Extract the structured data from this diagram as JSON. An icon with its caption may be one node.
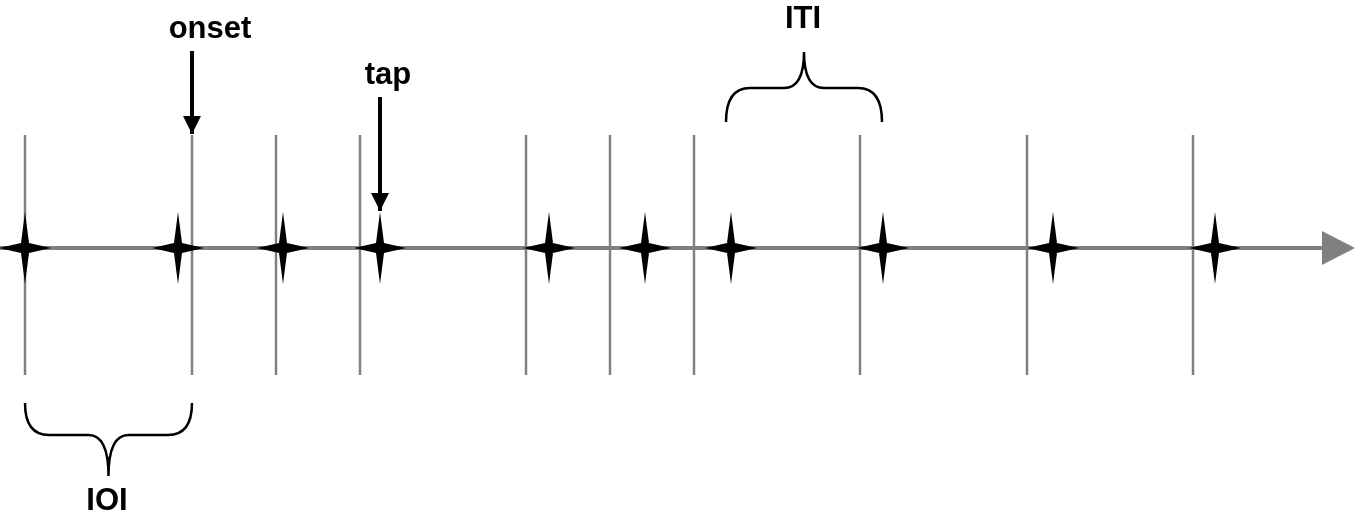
{
  "diagram": {
    "nodes": [
      {
        "text": [
          "onset"
        ]
      },
      {
        "text": [
          "tap"
        ]
      },
      {
        "text": [],
        "shape": "line"
      },
      {
        "text": [],
        "shape": "star"
      }
    ],
    "edges": [
      {
        "from": 0,
        "to": 2,
        "arrow": "to"
      },
      {
        "from": 1,
        "to": 3,
        "arrow": "to"
      }
    ],
    "labels": [
      "ITI",
      "IOI"
    ]
  }
}
